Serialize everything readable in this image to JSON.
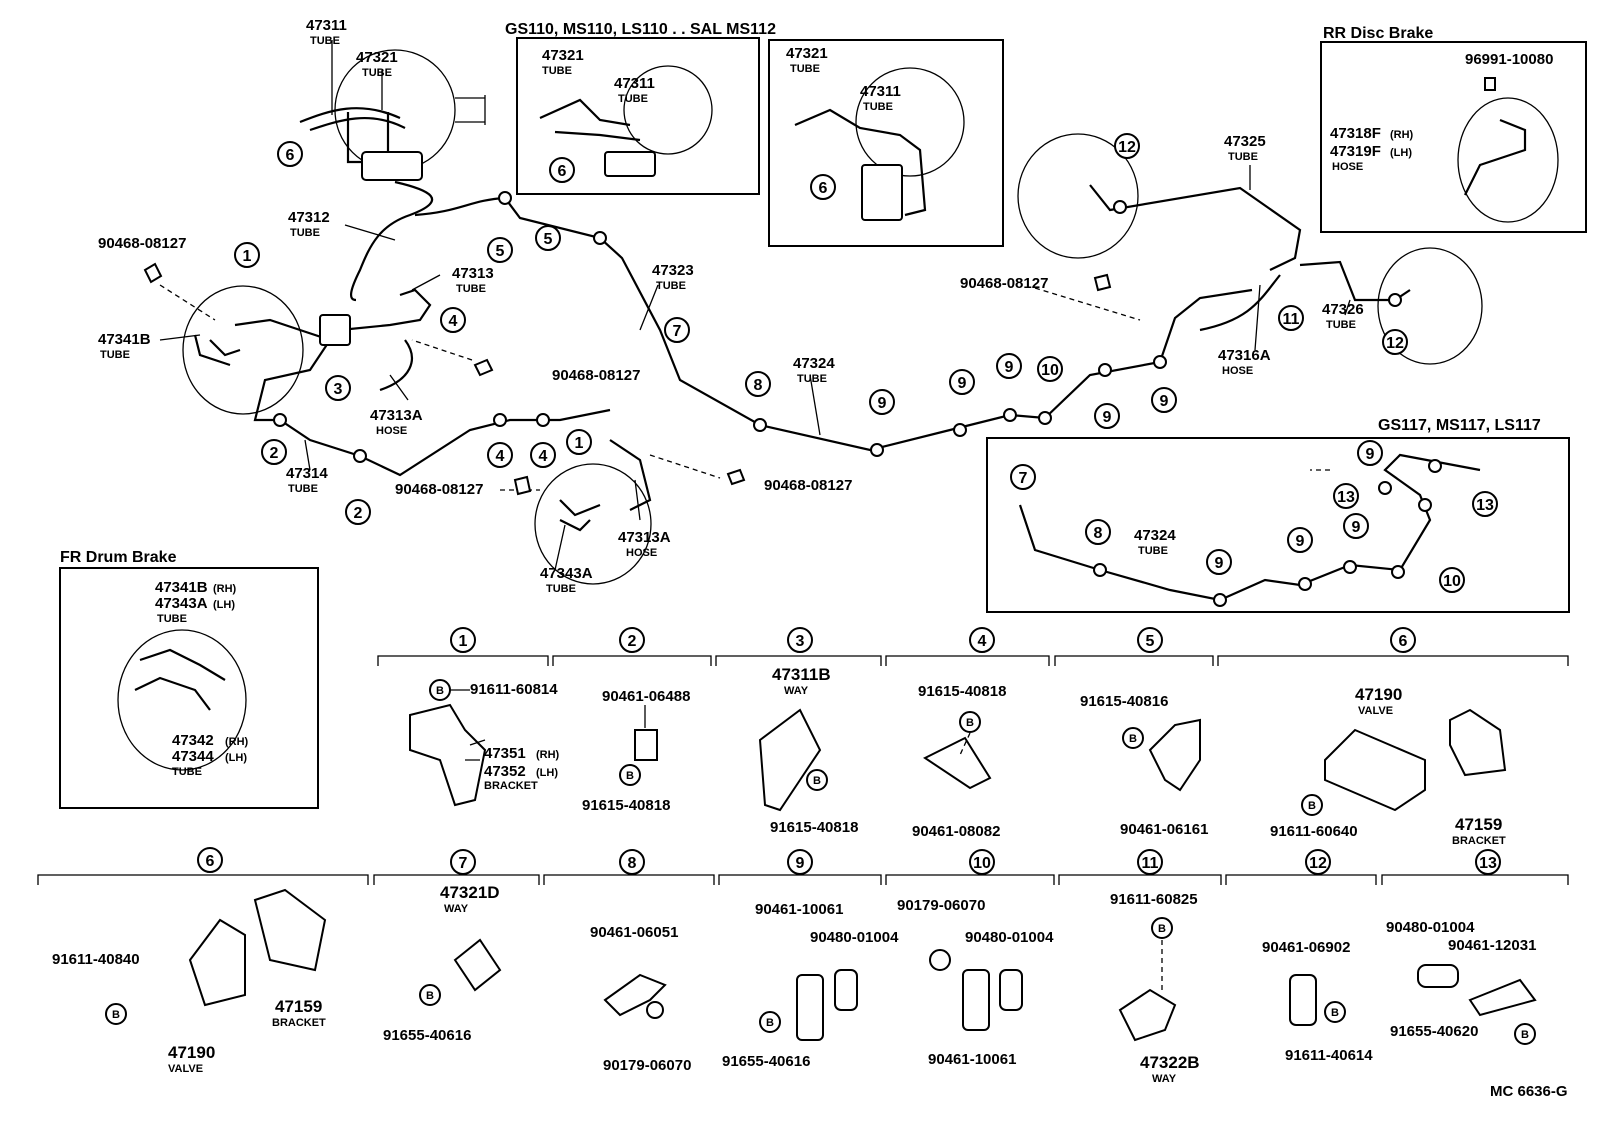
{
  "variants": {
    "gs110": "GS110, MS110, LS110 . . SAL MS112",
    "gs117": "GS117, MS117, LS117",
    "rr_disc": "RR  Disc Brake",
    "fr_drum": "FR  Drum Brake"
  },
  "words": {
    "tube": "TUBE",
    "hose": "HOSE",
    "way": "WAY",
    "valve": "VALVE",
    "bracket": "BRACKET",
    "b": "B"
  },
  "main": {
    "p47311": "47311",
    "p47321": "47321",
    "p47312": "47312",
    "p47313": "47313",
    "p47313A": "47313A",
    "p47313A_2": "47313A",
    "p47314": "47314",
    "p47323": "47323",
    "p47324": "47324",
    "p47325": "47325",
    "p47316A": "47316A",
    "p47326": "47326",
    "p47341B": "47341B",
    "p47343A": "47343A",
    "clip1": "90468-08127",
    "clip2": "90468-08127",
    "clip3": "90468-08127",
    "clip4": "90468-08127",
    "clip5": "90468-08127"
  },
  "gs110box": {
    "p47321": "47321",
    "p47311": "47311",
    "p47321b": "47321",
    "p47311b": "47311"
  },
  "rrbox": {
    "p96991": "96991-10080",
    "p47318F": "47318F",
    "rh": "(RH)",
    "p47319F": "47319F",
    "lh": "(LH)"
  },
  "frbox": {
    "p47341B": "47341B",
    "rh": "(RH)",
    "p47343A": "47343A",
    "lh": "(LH)",
    "p47342": "47342",
    "rh2": "(RH)",
    "p47344": "47344",
    "lh2": "(LH)"
  },
  "gs117box": {
    "p47324": "47324"
  },
  "callouts": [
    "1",
    "2",
    "3",
    "4",
    "5",
    "6",
    "7",
    "8",
    "9",
    "10",
    "11",
    "12",
    "13"
  ],
  "details": {
    "d1": {
      "a": "91611-60814",
      "b": "47351",
      "b_side": "(RH)",
      "c": "47352",
      "c_side": "(LH)"
    },
    "d2": {
      "a": "90461-06488",
      "b": "91615-40818"
    },
    "d3": {
      "a": "47311B",
      "b": "91615-40818"
    },
    "d4": {
      "a": "91615-40818",
      "b": "90461-08082"
    },
    "d5": {
      "a": "91615-40816",
      "b": "90461-06161"
    },
    "d6a": {
      "a": "47190",
      "b": "47159",
      "c": "91611-60640"
    },
    "d6b": {
      "a": "91611-40840",
      "b": "47159",
      "c": "47190"
    },
    "d7": {
      "a": "47321D",
      "b": "91655-40616"
    },
    "d8": {
      "a": "90461-06051",
      "b": "90179-06070"
    },
    "d9": {
      "a": "90461-10061",
      "b": "90480-01004",
      "c": "91655-40616"
    },
    "d10": {
      "a": "90179-06070",
      "b": "90480-01004",
      "c": "90461-10061"
    },
    "d11": {
      "a": "91611-60825",
      "b": "47322B"
    },
    "d12": {
      "a": "90461-06902",
      "b": "91611-40614"
    },
    "d13": {
      "a": "90480-01004",
      "b": "90461-12031",
      "c": "91655-40620"
    }
  },
  "footer": {
    "code": "MC  6636-G"
  }
}
